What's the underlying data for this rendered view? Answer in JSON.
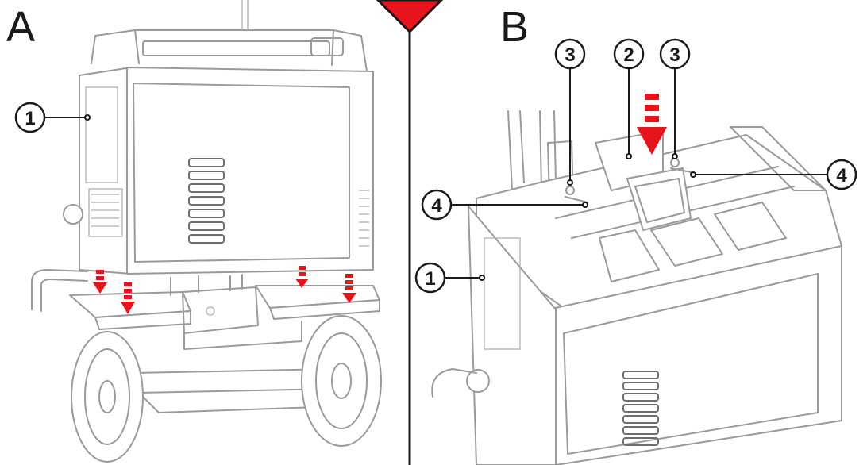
{
  "panels": [
    {
      "letter": "A"
    },
    {
      "letter": "B"
    }
  ],
  "callouts": {
    "a1": "1",
    "b1": "1",
    "b2": "2",
    "b3_left": "3",
    "b3_right": "3",
    "b4_left": "4",
    "b4_right": "4"
  },
  "colors": {
    "arrow": "#e8141b",
    "divider": "#1a1a1a",
    "line_art": "#9a9a9a"
  }
}
